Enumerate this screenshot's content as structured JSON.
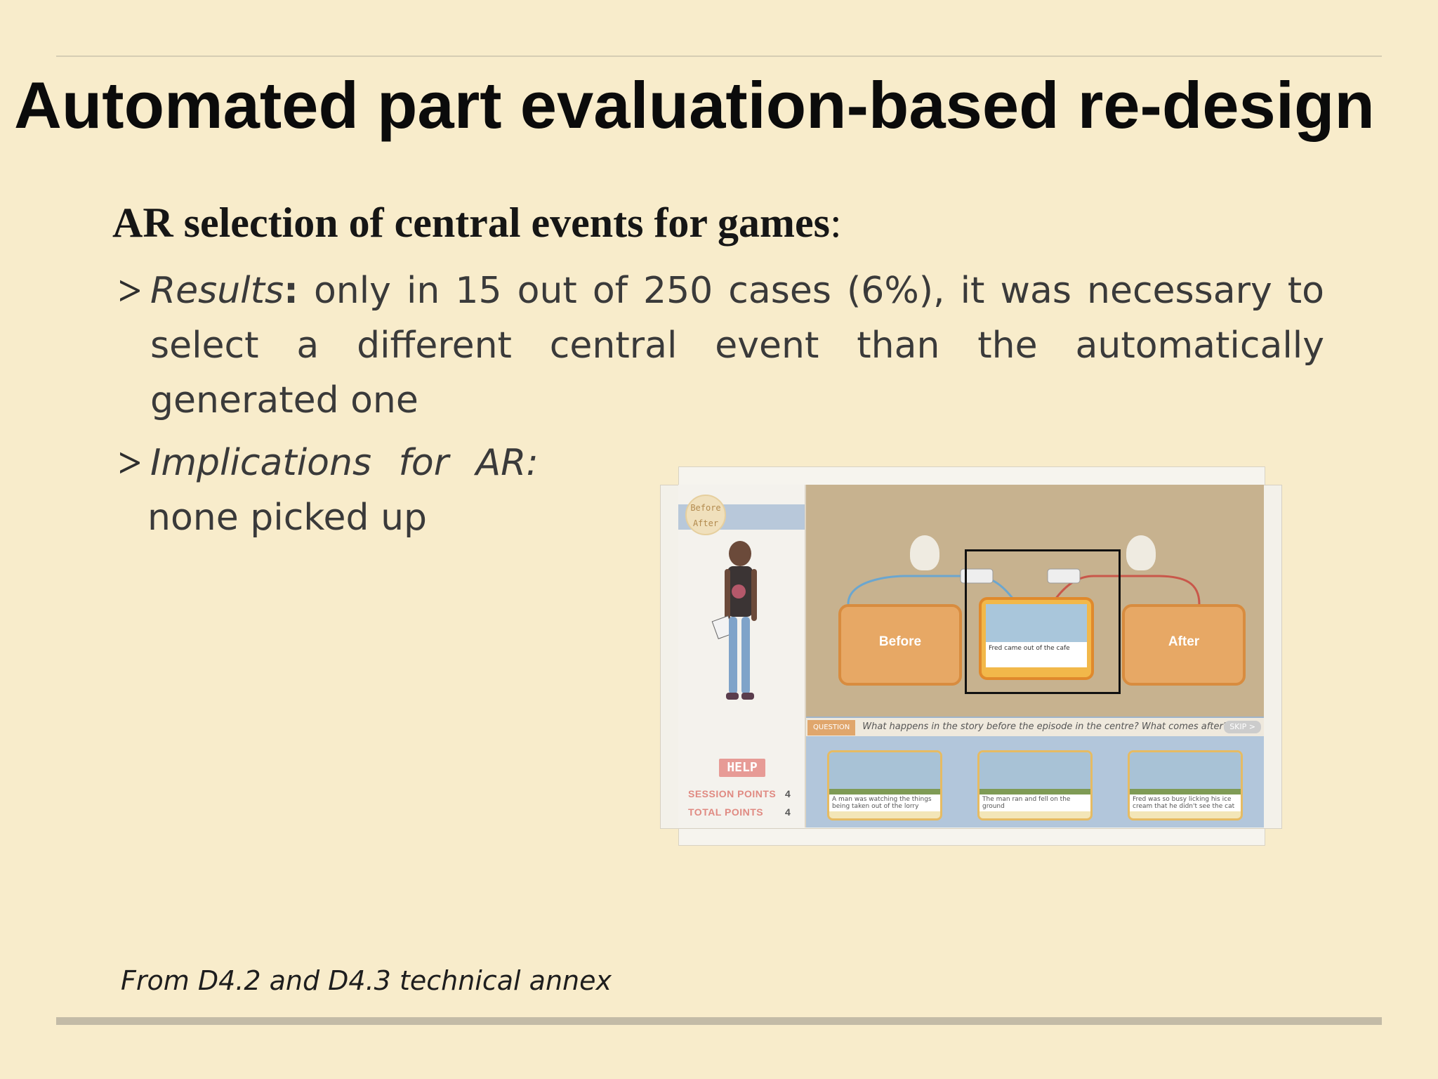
{
  "slide": {
    "title": "Automated part evaluation-based re-design",
    "subhead": "AR selection of central events for games",
    "subhead_colon": ":",
    "bullets": [
      {
        "arrow": ">",
        "label": "Results",
        "label_sep": ":",
        "text": " only in 15 out of 250 cases (6%), it was necessary to select a different central event than the automatically generated one"
      },
      {
        "arrow": ">",
        "label": "Implications for AR:",
        "text": "none picked up"
      }
    ],
    "footnote": "From D4.2 and D4.3 technical annex"
  },
  "game_screenshot": {
    "badge_top": "Before",
    "badge_bottom": "After",
    "help": "HELP",
    "session_points_label": "SESSION POINTS",
    "session_points_value": "4",
    "total_points_label": "TOTAL POINTS",
    "total_points_value": "4",
    "before_box": "Before",
    "after_box": "After",
    "center_caption": "Fred came out of the cafe",
    "question_tag": "QUESTION",
    "question": "What happens in the story before the episode in the centre? What comes after?",
    "skip": "SKIP >",
    "cards": [
      "A man was watching the things being taken out of the lorry",
      "The man ran and fell on the ground",
      "Fred was so busy licking his ice cream that he didn't see the cat"
    ]
  }
}
